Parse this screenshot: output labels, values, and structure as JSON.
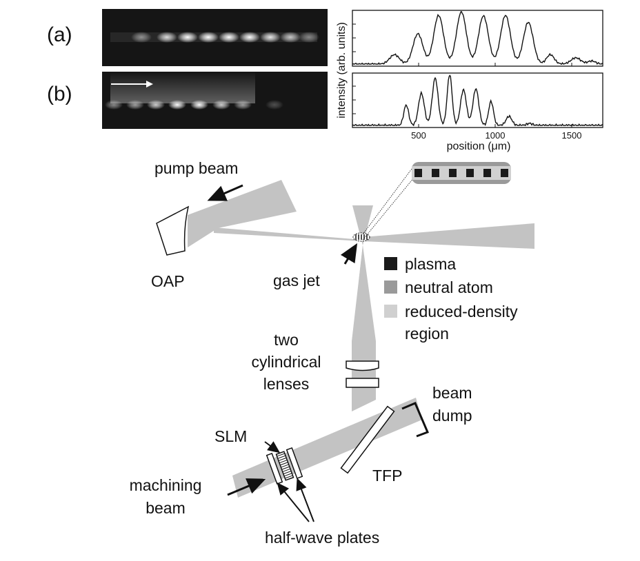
{
  "colors": {
    "beam": "#c3c3c3",
    "plasma": "#1a1a1a",
    "neutral_atom": "#9a9a9a",
    "reduced_density": "#d0d0d0",
    "image_bg": "#151515"
  },
  "panels": {
    "a": {
      "label": "(a)"
    },
    "b": {
      "label": "(b)"
    }
  },
  "axes": {
    "xlabel": "position (μm)",
    "ylabel": "intensity (arb. units)",
    "xticks": [
      "500",
      "1000",
      "1500"
    ]
  },
  "labels": {
    "pump_beam": "pump beam",
    "oap": "OAP",
    "gas_jet": "gas jet",
    "two": "two",
    "cylindrical": "cylindrical",
    "lenses": "lenses",
    "beam_word": "beam",
    "dump": "dump",
    "slm": "SLM",
    "tfp": "TFP",
    "machining": "machining",
    "machining_beam_word": "beam",
    "half_wave_plates": "half-wave plates"
  },
  "legend": {
    "plasma": "plasma",
    "neutral_atom": "neutral atom",
    "reduced_density_1": "reduced-density",
    "reduced_density_2": "region"
  }
}
